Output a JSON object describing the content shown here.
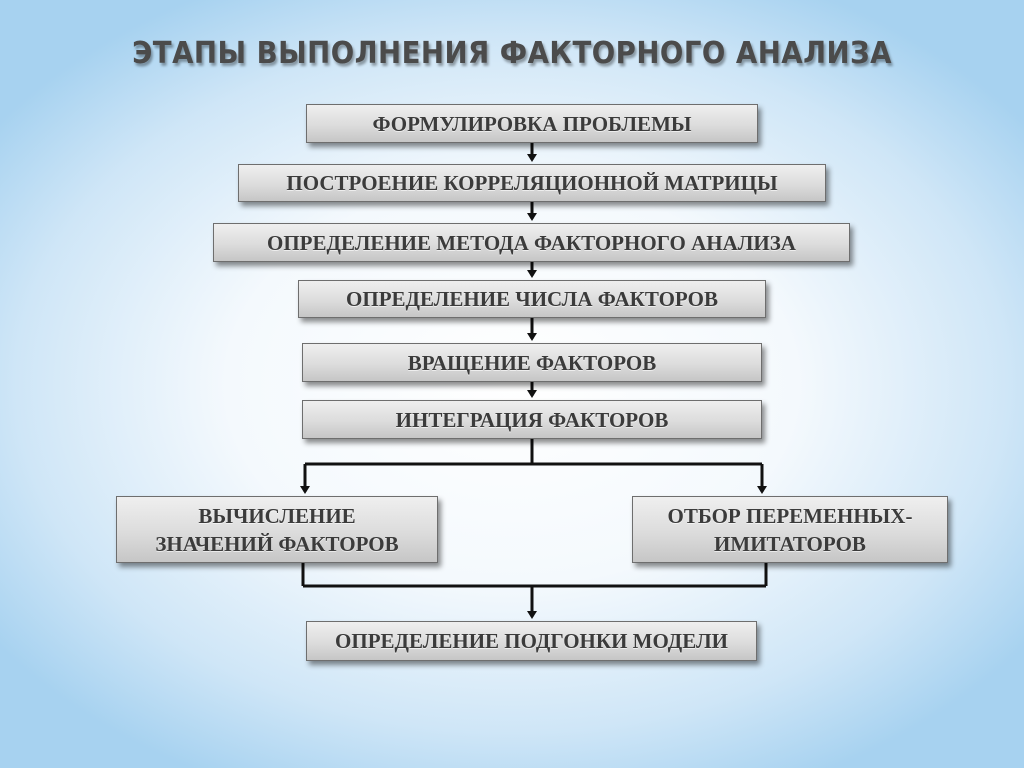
{
  "title": "ЭТАПЫ ВЫПОЛНЕНИЯ ФАКТОРНОГО АНАЛИЗА",
  "steps": {
    "s1": "ФОРМУЛИРОВКА ПРОБЛЕМЫ",
    "s2": "ПОСТРОЕНИЕ КОРРЕЛЯЦИОННОЙ МАТРИЦЫ",
    "s3": "ОПРЕДЕЛЕНИЕ МЕТОДА ФАКТОРНОГО АНАЛИЗА",
    "s4": "ОПРЕДЕЛЕНИЕ ЧИСЛА ФАКТОРОВ",
    "s5": "ВРАЩЕНИЕ ФАКТОРОВ",
    "s6": "ИНТЕГРАЦИЯ ФАКТОРОВ",
    "s7a_line1": "ВЫЧИСЛЕНИЕ",
    "s7a_line2": "ЗНАЧЕНИЙ ФАКТОРОВ",
    "s7b_line1": "ОТБОР ПЕРЕМЕННЫХ-",
    "s7b_line2": "ИМИТАТОРОВ",
    "s8": "ОПРЕДЕЛЕНИЕ ПОДГОНКИ МОДЕЛИ"
  },
  "colors": {
    "background": "#a7d2f0",
    "box_fill": "#dcdcdc",
    "box_text": "#3b3b3b",
    "connector": "#111111"
  }
}
